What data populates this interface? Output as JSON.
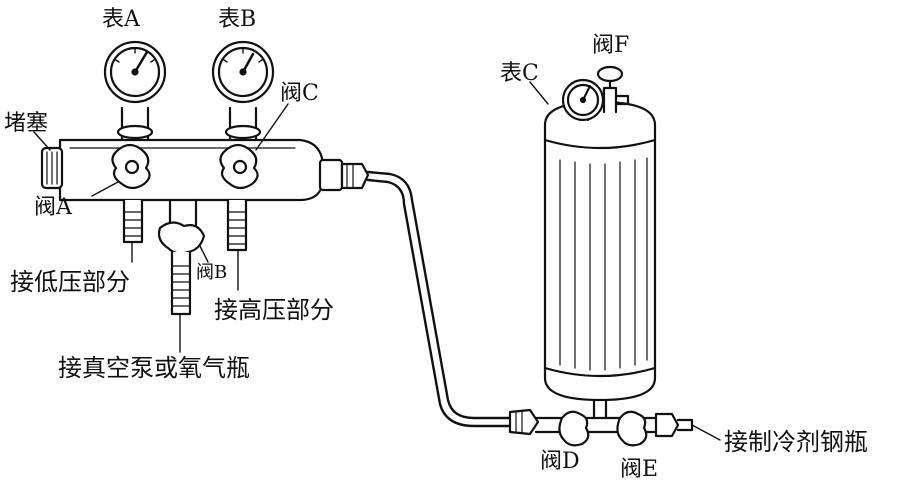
{
  "labels": {
    "gauge_a": "表A",
    "gauge_b": "表B",
    "gauge_c": "表C",
    "valve_a": "阀A",
    "valve_b": "阀B",
    "valve_c": "阀C",
    "valve_d": "阀D",
    "valve_e": "阀E",
    "valve_f": "阀F",
    "plug": "堵塞",
    "low_pressure": "接低压部分",
    "high_pressure": "接高压部分",
    "vacuum_pump": "接真空泵或氧气瓶",
    "refrigerant_bottle": "接制冷剂钢瓶"
  },
  "colors": {
    "line": "#111111",
    "background": "#ffffff"
  }
}
